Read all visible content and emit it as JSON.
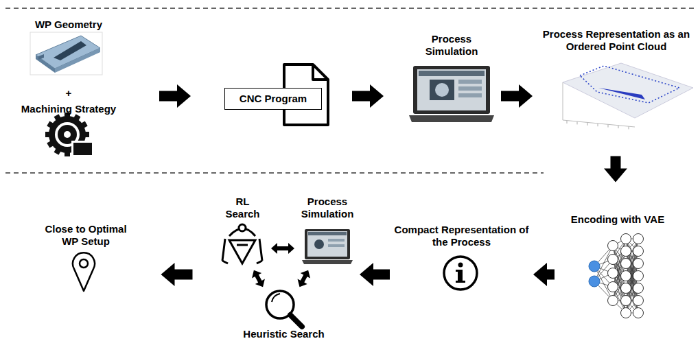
{
  "diagram": {
    "nodes": [
      {
        "text": [
          "WP Geometry",
          "+",
          "Machining Strategy"
        ]
      },
      {
        "text": [
          "CNC Program"
        ]
      },
      {
        "text": [
          "Process Simulation"
        ]
      },
      {
        "text": [
          "Process Representation as an Ordered Point Cloud"
        ]
      },
      {
        "text": [
          "Encoding with VAE"
        ]
      },
      {
        "text": [
          "Compact Representation of the Process"
        ]
      },
      {
        "text": [
          "RL Search"
        ]
      },
      {
        "text": [
          "Process Simulation"
        ]
      },
      {
        "text": [
          "Heuristic Search"
        ]
      },
      {
        "text": [
          "Close to Optimal WP Setup"
        ]
      }
    ],
    "edges": [
      {
        "from": 0,
        "to": 1,
        "arrow": "to"
      },
      {
        "from": 1,
        "to": 2,
        "arrow": "to"
      },
      {
        "from": 2,
        "to": 3,
        "arrow": "to"
      },
      {
        "from": 3,
        "to": 4,
        "arrow": "to"
      },
      {
        "from": 4,
        "to": 5,
        "arrow": "to"
      },
      {
        "from": 5,
        "to": 7,
        "arrow": "to"
      },
      {
        "from": 6,
        "to": 7,
        "arrow": "both"
      },
      {
        "from": 6,
        "to": 8,
        "arrow": "both"
      },
      {
        "from": 7,
        "to": 8,
        "arrow": "both"
      },
      {
        "from": 6,
        "to": 9,
        "arrow": "to"
      }
    ]
  }
}
